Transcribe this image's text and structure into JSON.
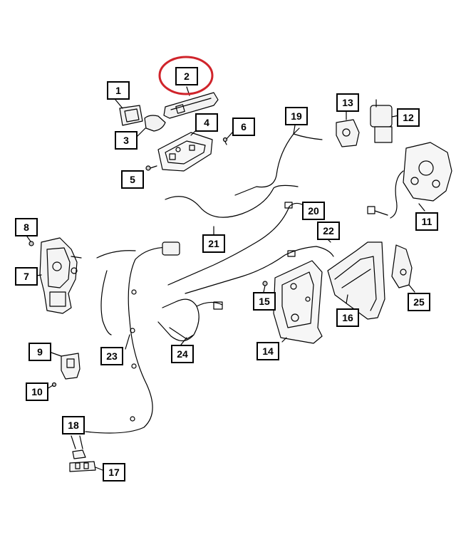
{
  "diagram": {
    "highlight_color": "#d0242b",
    "line_color": "#000000",
    "callouts": [
      {
        "id": "1",
        "label": "1"
      },
      {
        "id": "2",
        "label": "2"
      },
      {
        "id": "3",
        "label": "3"
      },
      {
        "id": "4",
        "label": "4"
      },
      {
        "id": "5",
        "label": "5"
      },
      {
        "id": "6",
        "label": "6"
      },
      {
        "id": "7",
        "label": "7"
      },
      {
        "id": "8",
        "label": "8"
      },
      {
        "id": "9",
        "label": "9"
      },
      {
        "id": "10",
        "label": "10"
      },
      {
        "id": "11",
        "label": "11"
      },
      {
        "id": "12",
        "label": "12"
      },
      {
        "id": "13",
        "label": "13"
      },
      {
        "id": "14",
        "label": "14"
      },
      {
        "id": "15",
        "label": "15"
      },
      {
        "id": "16",
        "label": "16"
      },
      {
        "id": "17",
        "label": "17"
      },
      {
        "id": "18",
        "label": "18"
      },
      {
        "id": "19",
        "label": "19"
      },
      {
        "id": "20",
        "label": "20"
      },
      {
        "id": "21",
        "label": "21"
      },
      {
        "id": "22",
        "label": "22"
      },
      {
        "id": "23",
        "label": "23"
      },
      {
        "id": "24",
        "label": "24"
      },
      {
        "id": "25",
        "label": "25"
      }
    ],
    "highlighted_callout": "2"
  }
}
